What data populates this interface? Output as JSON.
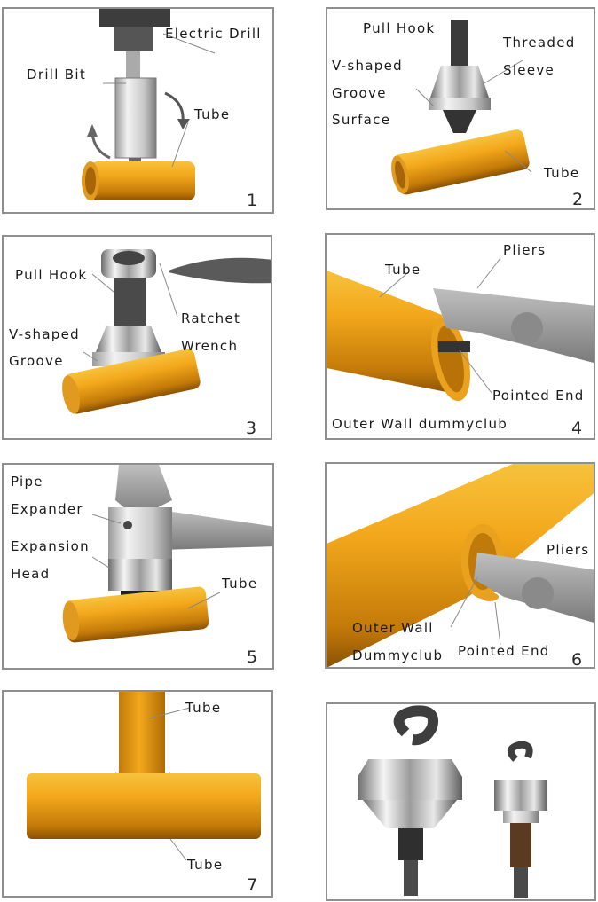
{
  "panels": [
    {
      "number": "1",
      "labels": {
        "electric_drill": "Electric Drill",
        "drill_bit": "Drill Bit",
        "tube": "Tube"
      }
    },
    {
      "number": "2",
      "labels": {
        "pull_hook": "Pull Hook",
        "threaded_1": "Threaded",
        "threaded_2": "Sleeve",
        "vgroove_1": "V-shaped",
        "vgroove_2": "Groove",
        "vgroove_3": "Surface",
        "tube": "Tube"
      }
    },
    {
      "number": "3",
      "labels": {
        "pull_hook": "Pull Hook",
        "ratchet_1": "Ratchet",
        "ratchet_2": "Wrench",
        "vgroove_1": "V-shaped",
        "vgroove_2": "Groove"
      }
    },
    {
      "number": "4",
      "labels": {
        "tube": "Tube",
        "pliers": "Pliers",
        "pointed_end": "Pointed End",
        "outer_wall": "Outer Wall dummyclub"
      }
    },
    {
      "number": "5",
      "labels": {
        "pipe_1": "Pipe",
        "pipe_2": "Expander",
        "exp_1": "Expansion",
        "exp_2": "Head",
        "tube": "Tube"
      }
    },
    {
      "number": "6",
      "labels": {
        "pliers": "Pliers",
        "outer_1": "Outer Wall",
        "outer_2": "Dummyclub",
        "pointed_end": "Pointed End"
      }
    },
    {
      "number": "7",
      "labels": {
        "tube_top": "Tube",
        "tube_bottom": "Tube"
      }
    },
    {
      "number": "",
      "labels": {}
    }
  ]
}
